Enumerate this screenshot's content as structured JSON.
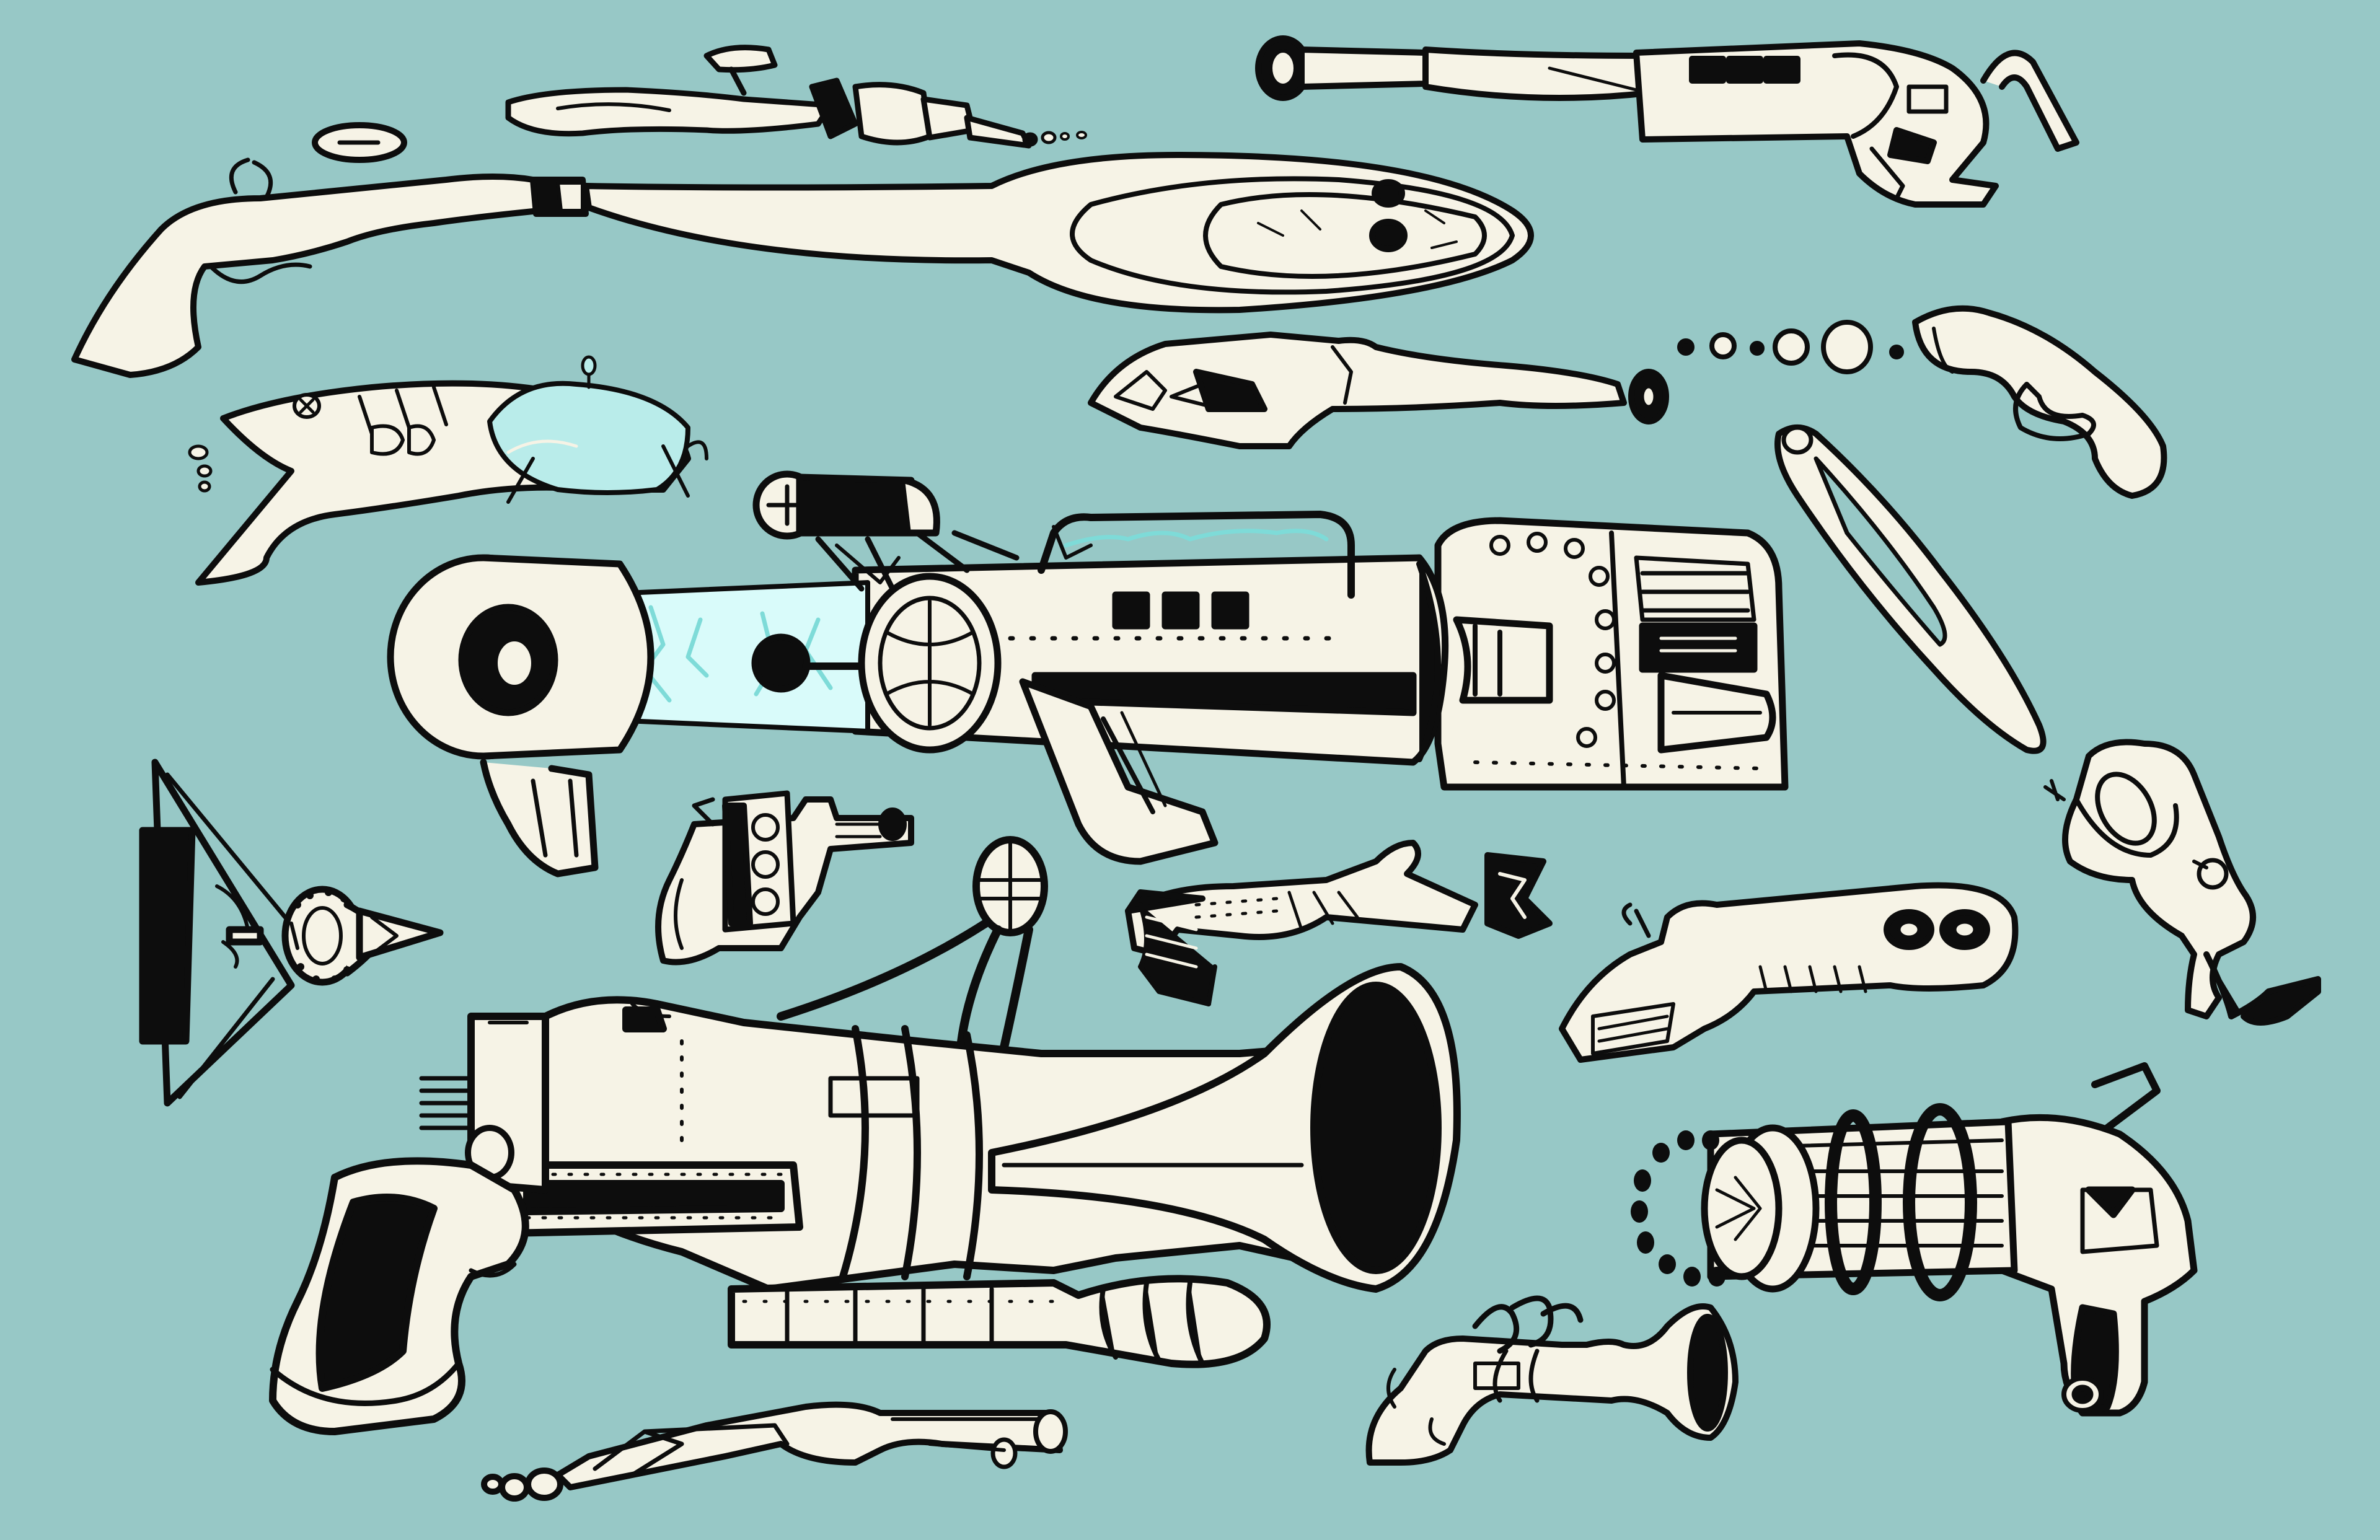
{
  "illustration": {
    "kind": "sketch-sheet",
    "subject": "ray-gun-concepts",
    "item_count": 17
  },
  "palette": {
    "background": "#97c8c6",
    "ink": "#0d0d0d",
    "fill": "#f6f3e6",
    "glass": "#b9ecea",
    "energy": "#d9fbfa"
  },
  "items": [
    {
      "name": "slim-pistol-icon"
    },
    {
      "name": "oval-lens-blaster-icon"
    },
    {
      "name": "long-needle-pistol-icon"
    },
    {
      "name": "glass-dome-pistol-icon"
    },
    {
      "name": "needle-nozzle-gun-icon"
    },
    {
      "name": "bubble-emitter-icon"
    },
    {
      "name": "curved-grip-icon"
    },
    {
      "name": "heavy-tesla-cannon-icon"
    },
    {
      "name": "triangle-spike-gun-icon"
    },
    {
      "name": "traffic-light-pistol-icon"
    },
    {
      "name": "tube-shooter-icon"
    },
    {
      "name": "twin-barrel-blaster-icon"
    },
    {
      "name": "funnel-blaster-icon"
    },
    {
      "name": "trumpet-blunderbuss-icon"
    },
    {
      "name": "gatling-raygun-icon"
    },
    {
      "name": "spring-trumpet-pistol-icon"
    },
    {
      "name": "skeleton-rifle-icon"
    }
  ]
}
